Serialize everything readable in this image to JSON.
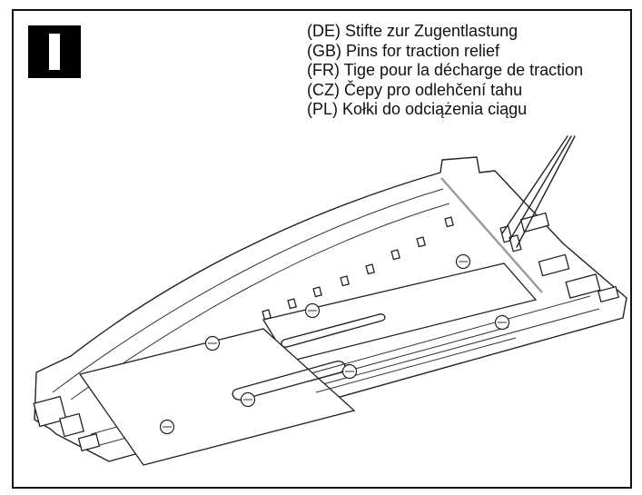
{
  "step": {
    "icon": "roman-numeral-one-badge"
  },
  "callout": {
    "labels": [
      "(DE) Stifte zur Zugentlastung",
      "(GB) Pins for traction relief",
      "(FR) Tige pour la décharge de traction",
      "(CZ) Čepy pro odlehčení tahu",
      "(PL) Kołki do odciążenia ciągu"
    ]
  },
  "colors": {
    "border": "#111111",
    "ink": "#222222",
    "guide": "#9a9a9a"
  }
}
